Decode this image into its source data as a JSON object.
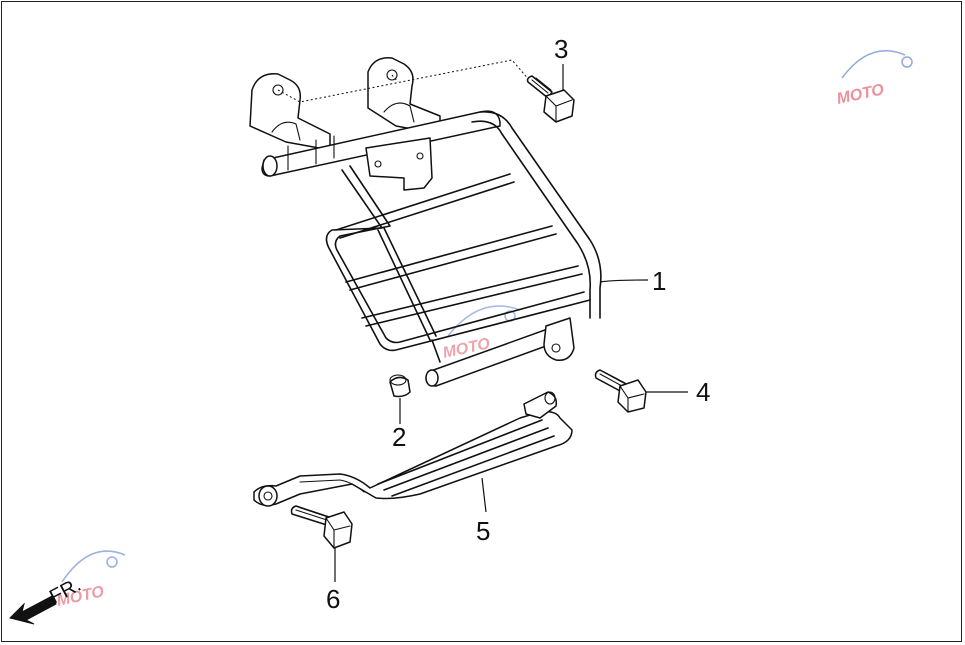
{
  "diagram": {
    "callouts": [
      {
        "id": "1",
        "label": "1"
      },
      {
        "id": "2",
        "label": "2"
      },
      {
        "id": "3",
        "label": "3"
      },
      {
        "id": "4",
        "label": "4"
      },
      {
        "id": "5",
        "label": "5"
      },
      {
        "id": "6",
        "label": "6"
      }
    ],
    "direction_label": "FR.",
    "watermark_text": "MOTO",
    "colors": {
      "line": "#111111",
      "watermark_red": "#d9394a",
      "watermark_blue": "#3b63c4",
      "background": "#ffffff"
    }
  }
}
